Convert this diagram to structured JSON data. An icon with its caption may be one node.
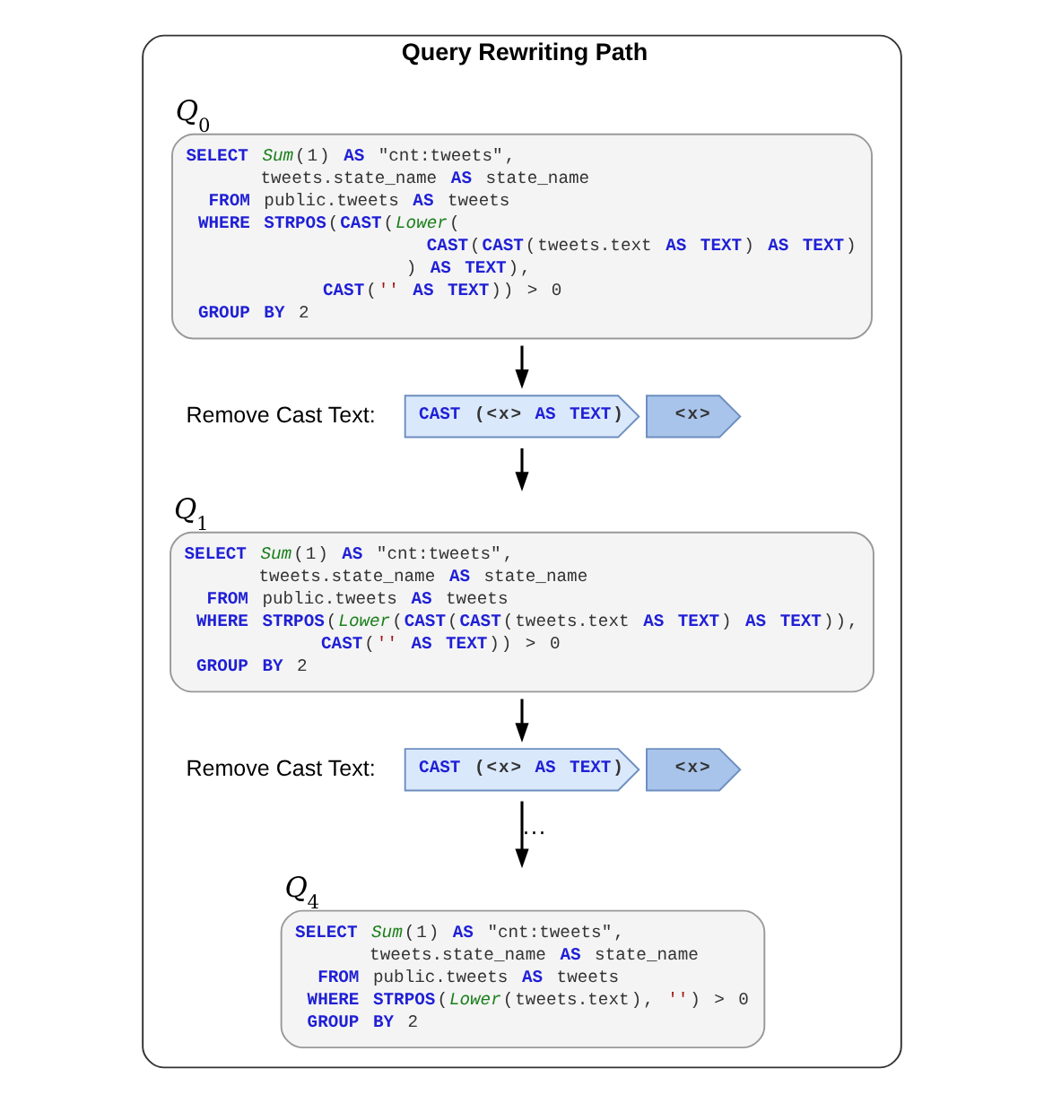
{
  "diagram": {
    "nodes": [
      {
        "text": [
          "Query Rewriting Path"
        ]
      },
      {
        "text": [
          "Q$_{0}$",
          "SELECT Sum(1) AS \"cnt:tweets\",",
          "tweets.state_name AS state_name",
          "FROM public.tweets AS tweets",
          "WHERE STRPOS(CAST(Lower(",
          "CAST(CAST(tweets.text AS TEXT) AS TEXT)",
          ") AS TEXT),",
          "CAST('' AS TEXT)) > 0",
          "GROUP BY 2"
        ],
        "in": 0
      },
      {
        "text": [
          "CAST (<x> AS TEXT)"
        ],
        "beside": [
          "Remove Cast Text:"
        ],
        "in": 0
      },
      {
        "text": [
          "<x>"
        ],
        "in": 0
      },
      {
        "text": [
          "Q$_{1}$",
          "SELECT Sum(1) AS \"cnt:tweets\",",
          "tweets.state_name AS state_name",
          "FROM public.tweets AS tweets",
          "WHERE STRPOS(Lower(CAST(CAST(tweets.text AS TEXT) AS TEXT)),",
          "CAST('' AS TEXT)) > 0",
          "GROUP BY 2"
        ],
        "in": 0
      },
      {
        "text": [
          "CAST (<x> AS TEXT)"
        ],
        "beside": [
          "Remove Cast Text:"
        ],
        "in": 0
      },
      {
        "text": [
          "<x>"
        ],
        "in": 0
      },
      {
        "text": [
          "Q$_{4}$",
          "SELECT Sum(1) AS \"cnt:tweets\",",
          "tweets.state_name AS state_name",
          "FROM public.tweets AS tweets",
          "WHERE STRPOS(Lower(tweets.text), '') > 0",
          "GROUP BY 2"
        ],
        "in": 0
      }
    ],
    "edges": [
      {
        "from": 1,
        "to": 2,
        "arrow": "to"
      },
      {
        "from": 2,
        "to": 4,
        "arrow": "to"
      },
      {
        "from": 4,
        "to": 5,
        "arrow": "to"
      },
      {
        "from": 5,
        "to": 7,
        "label": "···",
        "arrow": "to"
      }
    ]
  }
}
